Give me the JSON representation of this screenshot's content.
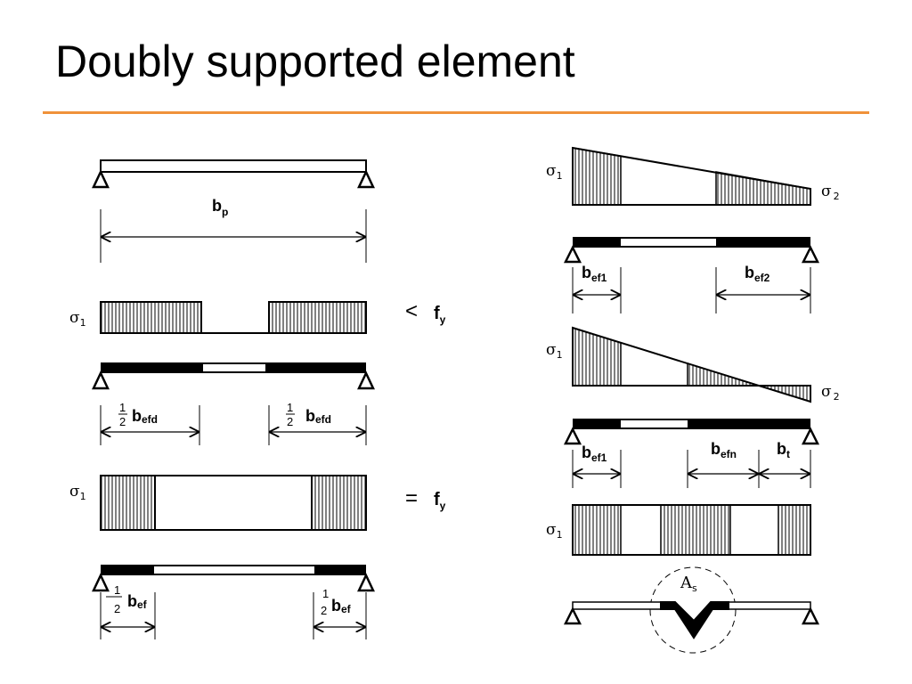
{
  "slide": {
    "title": "Doubly supported element",
    "accent_color": "#F0923A"
  },
  "labels": {
    "b": "b",
    "bp_sub": "p",
    "f": "f",
    "fy_sub": "y",
    "sigma": "σ",
    "one": "1",
    "two": "2",
    "lt": "<",
    "eq": "=",
    "half_num": "1",
    "half_den": "2",
    "efd": "efd",
    "ef": "ef",
    "ef1": "ef1",
    "ef2": "ef2",
    "efn": "efn",
    "t": "t",
    "A": "A",
    "As_sub": "s"
  },
  "icons": {
    "support": "triangle-support-icon",
    "dim_arrow": "dimension-arrow-icon"
  }
}
